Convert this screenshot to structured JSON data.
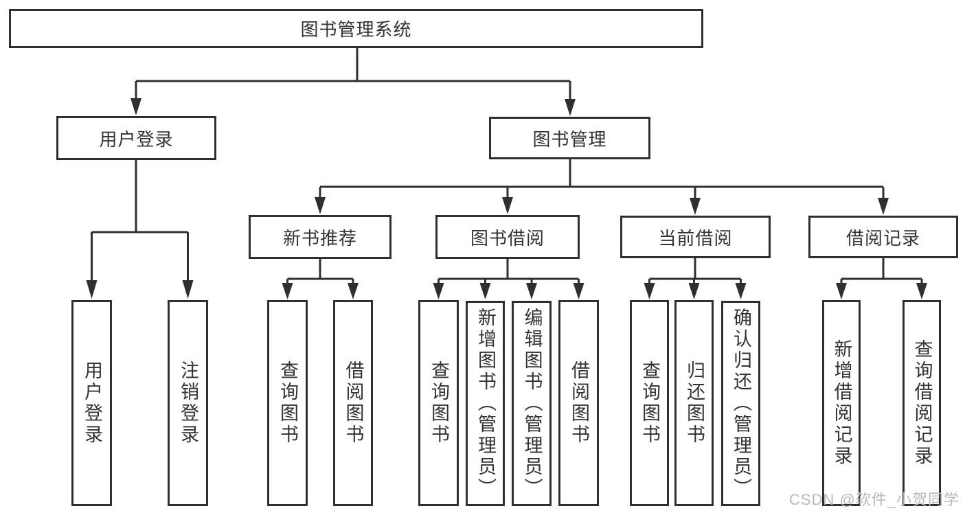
{
  "diagram": {
    "root": {
      "label": "图书管理系统"
    },
    "level2": [
      {
        "label": "用户登录"
      },
      {
        "label": "图书管理"
      }
    ],
    "level3": [
      {
        "label": "新书推荐"
      },
      {
        "label": "图书借阅"
      },
      {
        "label": "当前借阅"
      },
      {
        "label": "借阅记录"
      }
    ],
    "leaves": {
      "user": [
        {
          "label": "用户登录"
        },
        {
          "label": "注销登录"
        }
      ],
      "recommend": [
        {
          "label": "查询图书"
        },
        {
          "label": "借阅图书"
        }
      ],
      "borrow": [
        {
          "label": "查询图书"
        },
        {
          "label": "新增图书（管理员）"
        },
        {
          "label": "编辑图书（管理员）"
        },
        {
          "label": "借阅图书"
        }
      ],
      "current": [
        {
          "label": "查询图书"
        },
        {
          "label": "归还图书"
        },
        {
          "label": "确认归还（管理员）"
        }
      ],
      "records": [
        {
          "label": "新增借阅记录"
        },
        {
          "label": "查询借阅记录"
        }
      ]
    },
    "watermark": "CSDN @软件_小贺同学",
    "colors": {
      "line": "#2f2f2f",
      "text": "#333333",
      "watermark": "#b9b9b9",
      "background": "#ffffff"
    }
  }
}
